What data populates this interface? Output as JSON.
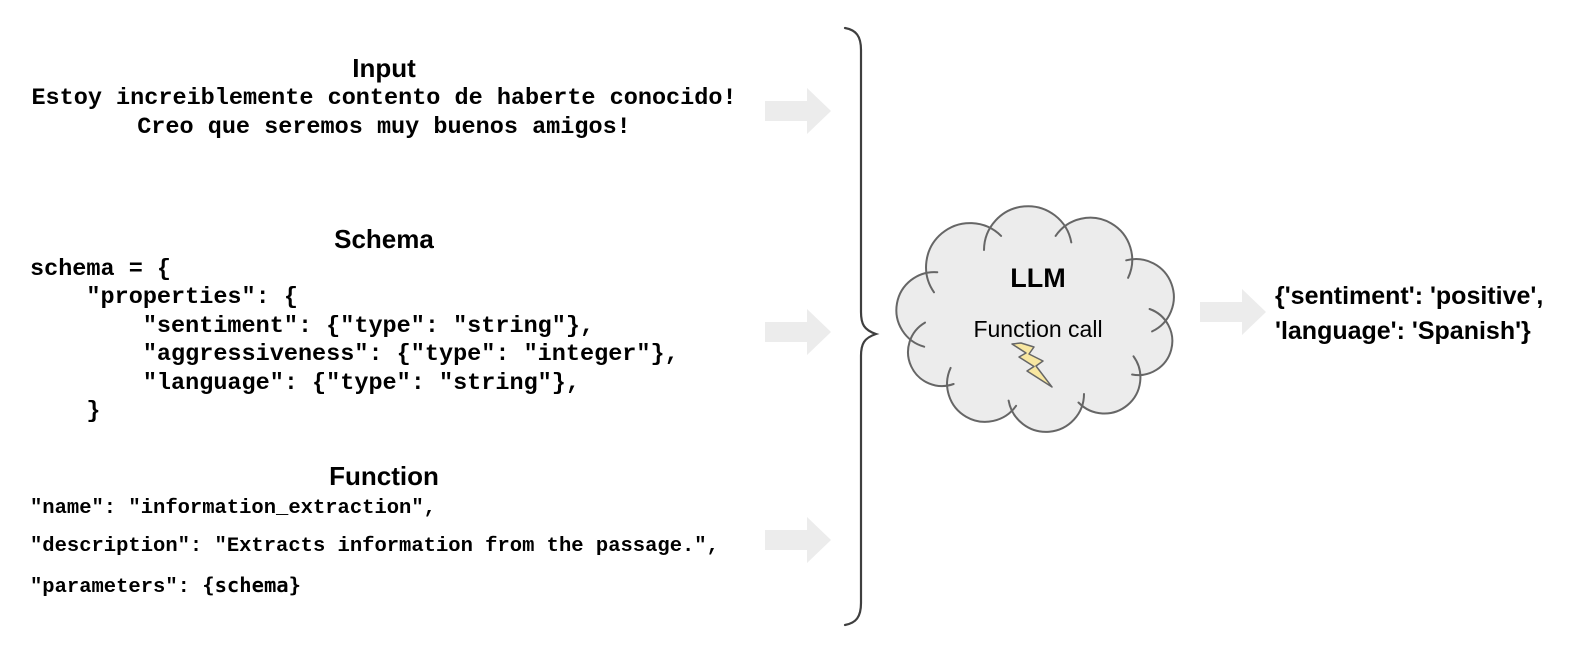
{
  "colors": {
    "cloud_fill": "#ececec",
    "cloud_stroke": "#666666",
    "arrow_fill": "#ececec",
    "brace_stroke": "#3f3f3f",
    "bolt_fill": "#f8e7a1",
    "bolt_stroke": "#666666",
    "text": "#000000"
  },
  "input_block": {
    "title": "Input",
    "text": "Estoy increiblemente contento de haberte conocido!\nCreo que seremos muy buenos amigos!"
  },
  "schema_block": {
    "title": "Schema",
    "code": "schema = {\n    \"properties\": {\n        \"sentiment\": {\"type\": \"string\"},\n        \"aggressiveness\": {\"type\": \"integer\"},\n        \"language\": {\"type\": \"string\"},\n    }"
  },
  "function_block": {
    "title": "Function",
    "line_name": "\"name\": \"information_extraction\",",
    "line_description": "\"description\": \"Extracts information from the passage.\",",
    "params_prefix": "\"parameters\": ",
    "params_value": "{schema}"
  },
  "llm_cloud": {
    "title": "LLM",
    "subtitle": "Function call"
  },
  "output_block": {
    "text": "{'sentiment': 'positive',\n'language': 'Spanish'}"
  },
  "icons": {
    "arrow": "block-arrow-right-icon",
    "bolt": "lightning-bolt-icon",
    "cloud": "cloud-shape",
    "brace": "curly-brace"
  }
}
